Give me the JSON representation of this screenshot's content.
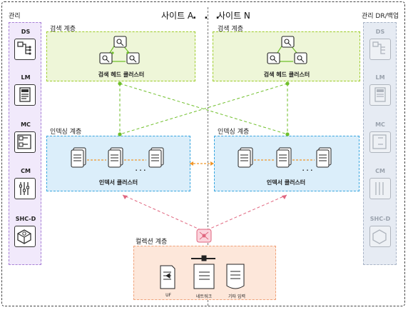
{
  "sites": {
    "a": "사이트 A",
    "dots": ". . .",
    "n": "사이트 N"
  },
  "management": {
    "title": "관리",
    "items": [
      {
        "label": "DS",
        "icon": "deployment-server-icon"
      },
      {
        "label": "LM",
        "icon": "license-master-icon"
      },
      {
        "label": "MC",
        "icon": "monitoring-console-icon"
      },
      {
        "label": "CM",
        "icon": "cluster-master-icon"
      },
      {
        "label": "SHC-D",
        "icon": "shc-deployer-icon"
      }
    ]
  },
  "management_dr": {
    "title": "관리 DR/백업",
    "items": [
      {
        "label": "DS"
      },
      {
        "label": "LM"
      },
      {
        "label": "MC"
      },
      {
        "label": "CM"
      },
      {
        "label": "SHC-D"
      }
    ]
  },
  "search_tier": {
    "label": "검색 계층",
    "cluster": "검색 헤드 클러스터"
  },
  "indexing_tier": {
    "label": "인덱싱 계층",
    "cluster": "인덱서 클러스터",
    "ellipsis": ". . ."
  },
  "collection_tier": {
    "label": "컬렉션 계층",
    "sources": [
      {
        "label": "UF"
      },
      {
        "label": "네트워크"
      },
      {
        "label": "기타 입력"
      }
    ]
  },
  "colors": {
    "search_fill": "#eef6d8",
    "search_border": "#9ccc2a",
    "index_fill": "#dbeefa",
    "index_border": "#38a6df",
    "collect_fill": "#fde7da",
    "collect_border": "#f0a27a",
    "mgmt_fill": "#f1e9fb",
    "mgmt_border": "#a77fd6",
    "dr_fill": "#e6ebf3",
    "search_link": "#6fbf2a",
    "collect_link": "#e0667f",
    "replication": "#f0962a"
  }
}
